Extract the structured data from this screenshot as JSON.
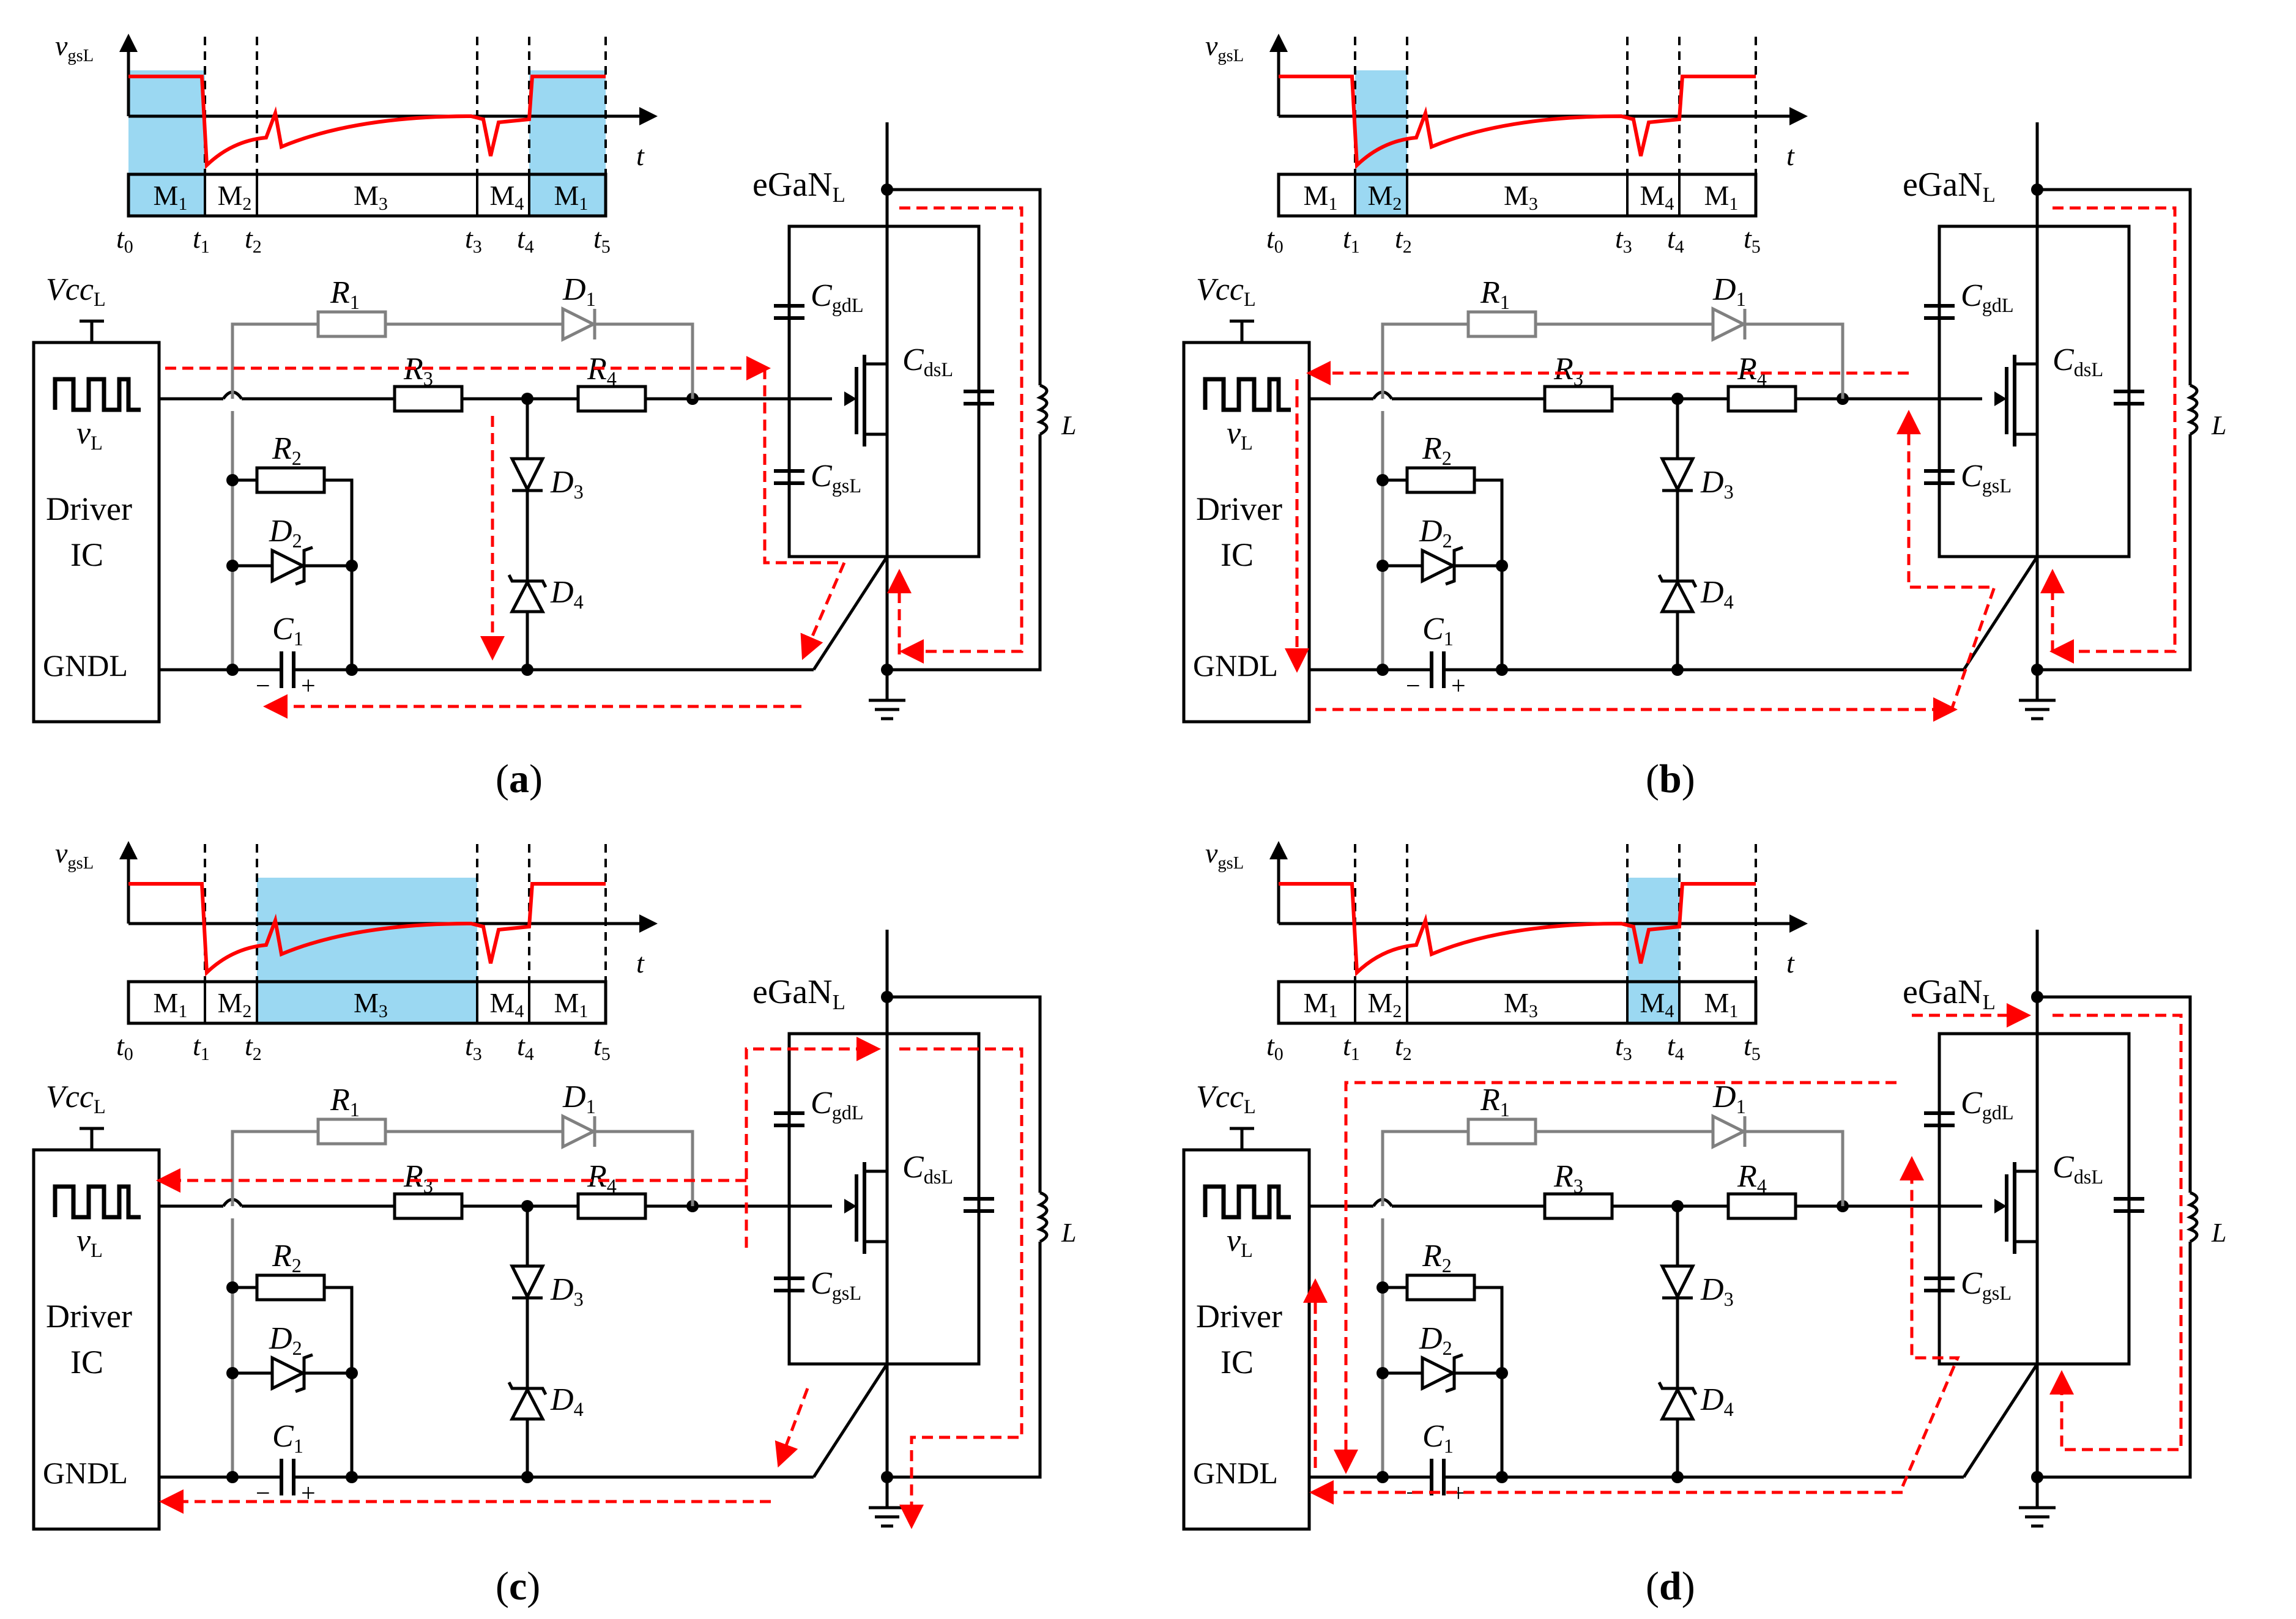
{
  "colors": {
    "wire": "#000000",
    "inactive": "#808080",
    "current_path": "#ff0000",
    "gate_voltage_trace": "#ff0000",
    "highlight": "#9bd8f2"
  },
  "labels": {
    "v_axis": "v",
    "v_axis_sub": "gsL",
    "t_axis": "t",
    "vcc": "Vcc",
    "vcc_sub": "L",
    "v_src": "v",
    "v_src_sub": "L",
    "driver": "Driver",
    "ic": "IC",
    "gndl": "GNDL",
    "egan": "eGaN",
    "egan_sub": "L",
    "R": "R",
    "D": "D",
    "C": "C",
    "Cgd": "C",
    "Cgd_sub": "gdL",
    "Cgs": "C",
    "Cgs_sub": "gsL",
    "Cds": "C",
    "Cds_sub": "dsL",
    "L": "L",
    "minus": "−",
    "plus": "+"
  },
  "modes": [
    "M1",
    "M2",
    "M3",
    "M4",
    "M1"
  ],
  "mode_letter": "M",
  "mode_subs": [
    "1",
    "2",
    "3",
    "4",
    "1"
  ],
  "time_marks": [
    "0",
    "1",
    "2",
    "3",
    "4",
    "5"
  ],
  "panels": [
    {
      "caption": "a",
      "highlighted_modes": [
        0,
        4
      ]
    },
    {
      "caption": "b",
      "highlighted_modes": [
        1
      ]
    },
    {
      "caption": "c",
      "highlighted_modes": [
        2
      ]
    },
    {
      "caption": "d",
      "highlighted_modes": [
        3
      ]
    }
  ]
}
